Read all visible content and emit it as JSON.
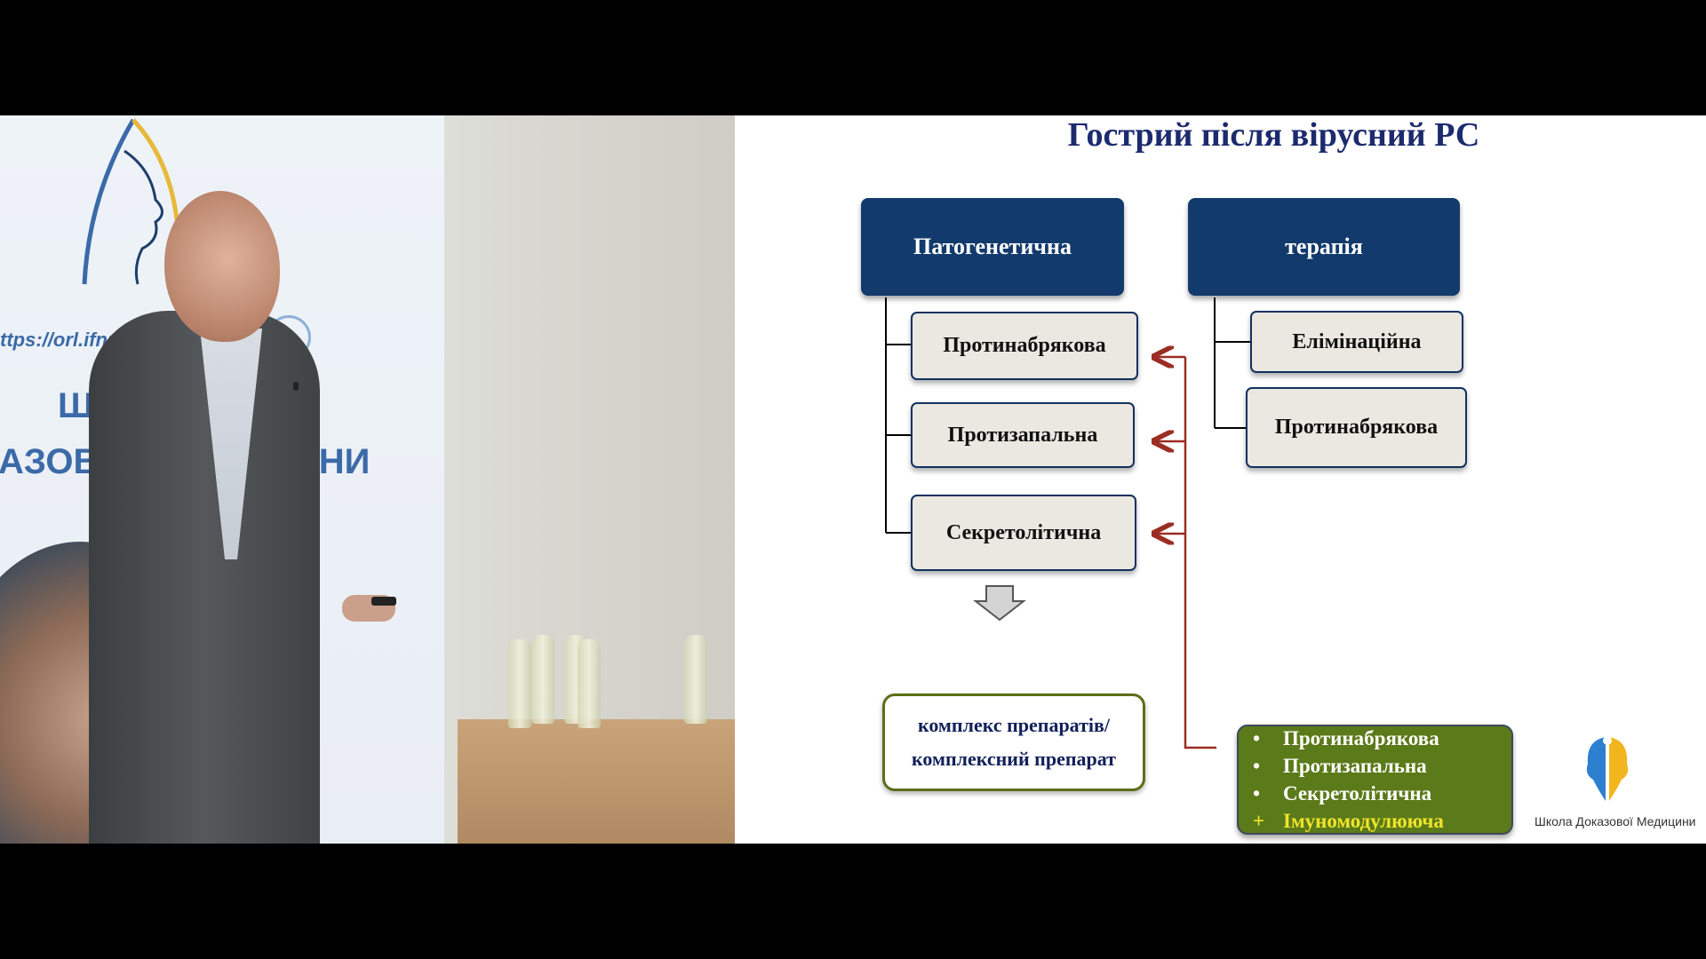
{
  "photo": {
    "banner_url": "ttps://orl.ifnm",
    "banner_line1": "Ш",
    "banner_line2": "АЗОВ",
    "banner_line2b": "ИНИ"
  },
  "slide": {
    "title": "Гострий після вірусний РС",
    "left_header": "Патогенетична",
    "right_header": "терапія",
    "left_items": [
      "Протинабрякова",
      "Протизапальна",
      "Секретолітична"
    ],
    "right_items": [
      "Елімінаційна",
      "Протинабрякова"
    ],
    "complex_line1": "комплекс препаратів/",
    "complex_line2": "комплексний препарат",
    "green_list": [
      {
        "marker": "•",
        "text": "Протинабрякова"
      },
      {
        "marker": "•",
        "text": "Протизапальна"
      },
      {
        "marker": "•",
        "text": "Секретолітична"
      },
      {
        "marker": "+",
        "text": "Імуномодулююча"
      }
    ],
    "logo_text": "Школа Доказової Медицини"
  },
  "colors": {
    "header_blue": "#123a6c",
    "title_navy": "#1c2a6e",
    "box_fill": "#ebe7e1",
    "connector_red": "#9b2d22",
    "green_fill": "#5b7a19",
    "highlight_yellow": "#f0e42a"
  }
}
